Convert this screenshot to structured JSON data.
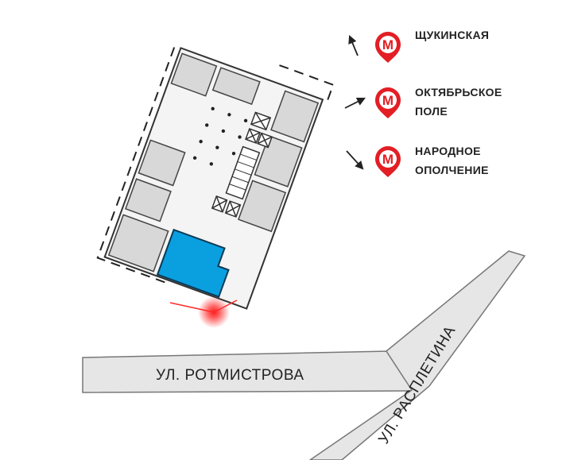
{
  "streets": [
    {
      "id": "rotmistrova",
      "label": "УЛ. РОТМИСТРОВА"
    },
    {
      "id": "raspletina",
      "label": "УЛ. РАСПЛЕТИНА"
    }
  ],
  "metro": [
    {
      "id": "shchukinskaya",
      "letter": "М",
      "lines": [
        "ЩУКИНСКАЯ"
      ],
      "arrow": "up-left"
    },
    {
      "id": "oktyabrskoe-pole",
      "letter": "М",
      "lines": [
        "ОКТЯБРЬСКОЕ",
        "ПОЛЕ"
      ],
      "arrow": "right"
    },
    {
      "id": "narodnoe-opolchenie",
      "letter": "М",
      "lines": [
        "НАРОДНОЕ",
        "ОПОЛЧЕНИЕ"
      ],
      "arrow": "down-right"
    }
  ],
  "colors": {
    "metro": "#e31e24",
    "highlight_unit": "#0aa0e0",
    "street": "#e6e6e6",
    "street_border": "#777777",
    "rooms": "#d8d8d8",
    "walls": "#333333",
    "view_marker": "#ff2a2a"
  },
  "icons": {
    "metro": "metro-pin-icon",
    "direction": "arrow-icon",
    "view_marker": "view-marker-icon",
    "elevator": "elevator-icon",
    "stairs": "stairs-icon"
  }
}
